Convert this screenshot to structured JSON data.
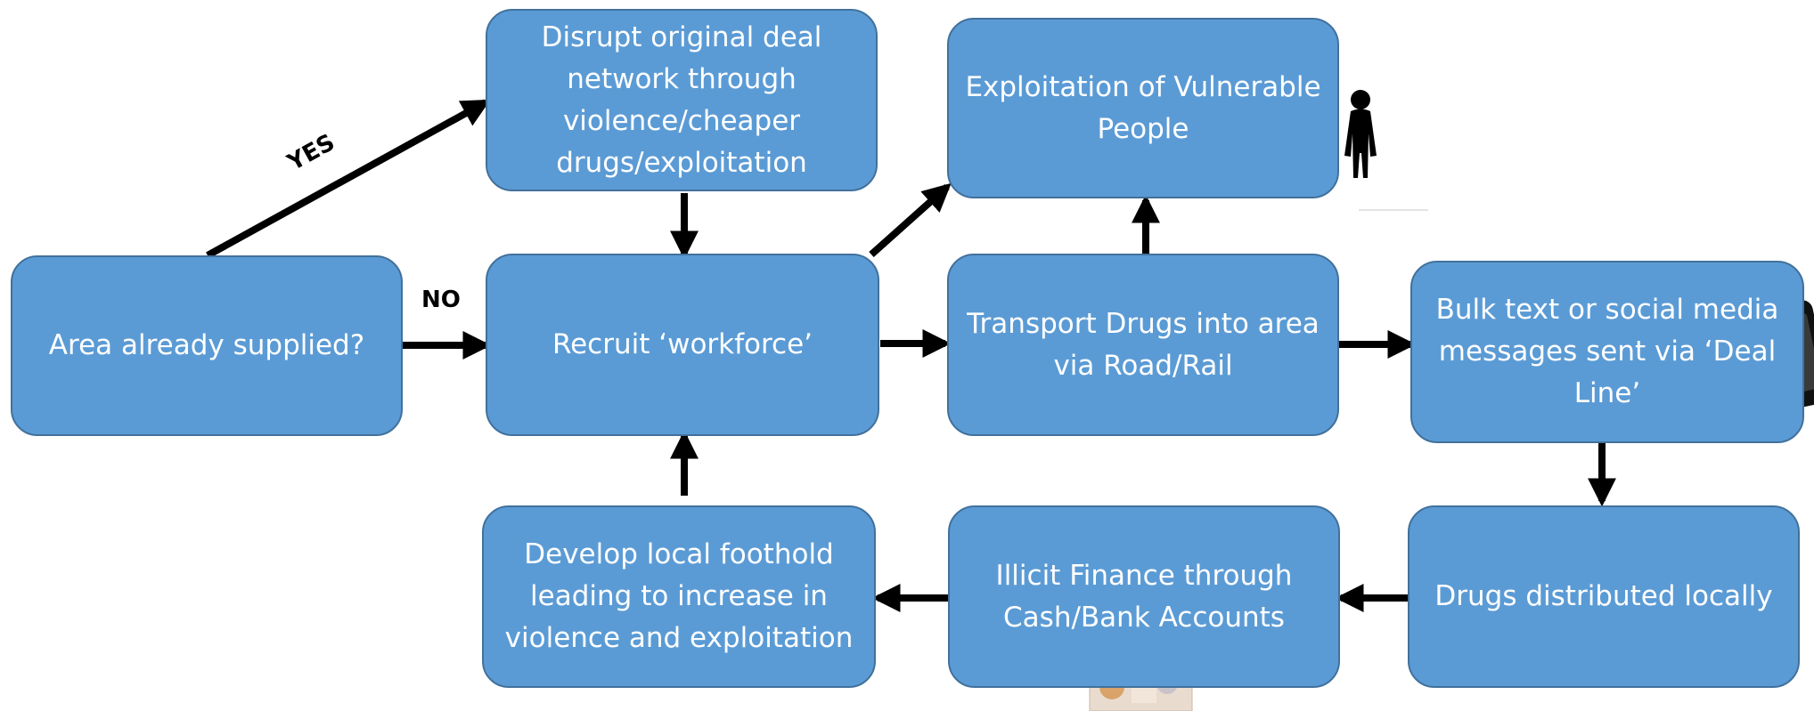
{
  "nodes": {
    "area_supplied": "Area already supplied?",
    "disrupt_network": "Disrupt original deal network through violence/cheaper drugs/exploitation",
    "recruit_workforce": "Recruit ‘workforce’",
    "exploitation_vulnerable": "Exploitation of Vulnerable People",
    "transport_drugs": "Transport Drugs into area via Road/Rail",
    "bulk_messages": "Bulk text or social media messages sent via ‘Deal Line’",
    "develop_foothold": "Develop local foothold leading to increase in violence and exploitation",
    "illicit_finance": "Illicit Finance through Cash/Bank Accounts",
    "drugs_distributed": "Drugs distributed locally"
  },
  "edge_labels": {
    "yes": "YES",
    "no": "NO"
  },
  "icons": [
    "child-silhouette-icon",
    "mobile-phone-icon",
    "banknote-icon"
  ],
  "colors": {
    "box_fill": "#5b9bd5",
    "box_border": "#41719c",
    "box_text": "#ffffff",
    "arrow": "#000000"
  }
}
